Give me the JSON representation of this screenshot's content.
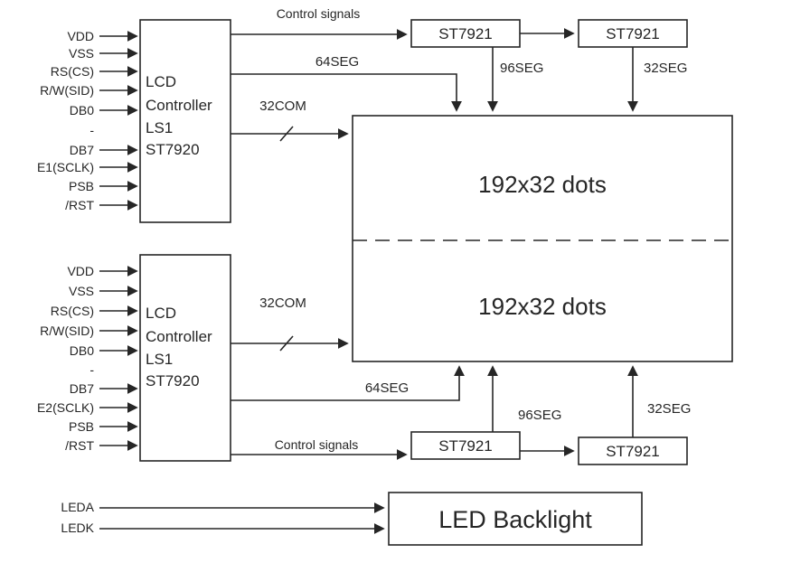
{
  "diagram": {
    "controller1": {
      "pins": [
        "VDD",
        "VSS",
        "RS(CS)",
        "R/W(SID)",
        "DB0",
        "-",
        "DB7",
        "E1(SCLK)",
        "PSB",
        "/RST"
      ],
      "line1": "LCD",
      "line2": "Controller",
      "line3": "LS1",
      "line4": "ST7920"
    },
    "controller2": {
      "pins": [
        "VDD",
        "VSS",
        "RS(CS)",
        "R/W(SID)",
        "DB0",
        "-",
        "DB7",
        "E2(SCLK)",
        "PSB",
        "/RST"
      ],
      "line1": "LCD",
      "line2": "Controller",
      "line3": "LS1",
      "line4": "ST7920"
    },
    "drivers": {
      "top1": "ST7921",
      "top2": "ST7921",
      "bottom1": "ST7921",
      "bottom2": "ST7921"
    },
    "display": {
      "upper": "192x32 dots",
      "lower": "192x32 dots"
    },
    "backlight": {
      "label": "LED Backlight",
      "pin1": "LEDA",
      "pin2": "LEDK"
    },
    "labels": {
      "control_top": "Control signals",
      "seg64_top": "64SEG",
      "seg96_top": "96SEG",
      "seg32_top": "32SEG",
      "com32_top": "32COM",
      "com32_bottom": "32COM",
      "seg64_bottom": "64SEG",
      "seg96_bottom": "96SEG",
      "seg32_bottom": "32SEG",
      "control_bottom": "Control signals"
    },
    "colors": {
      "line": "#262626",
      "background": "#ffffff"
    }
  }
}
